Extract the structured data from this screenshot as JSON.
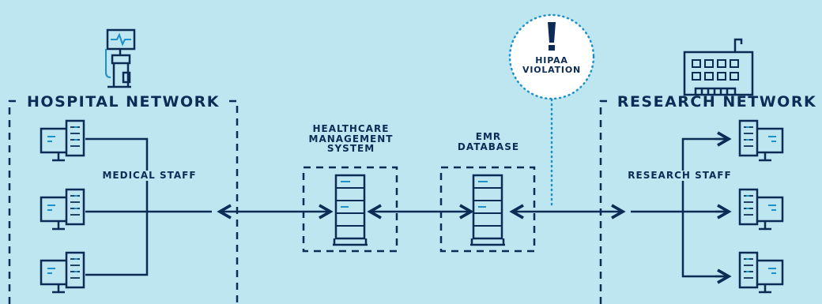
{
  "hospital": {
    "network_label": "HOSPITAL NETWORK",
    "staff_label": "MEDICAL STAFF"
  },
  "research": {
    "network_label": "RESEARCH NETWORK",
    "staff_label": "RESEARCH STAFF"
  },
  "servers": {
    "hms_label": "HEALTHCARE MANAGEMENT SYSTEM",
    "emr_label": "EMR DATABASE"
  },
  "alert": {
    "label": "HIPAA VIOLATION"
  },
  "colors": {
    "navy": "#0c2b55",
    "background": "#bde6f0",
    "accent": "#1e90c8"
  }
}
